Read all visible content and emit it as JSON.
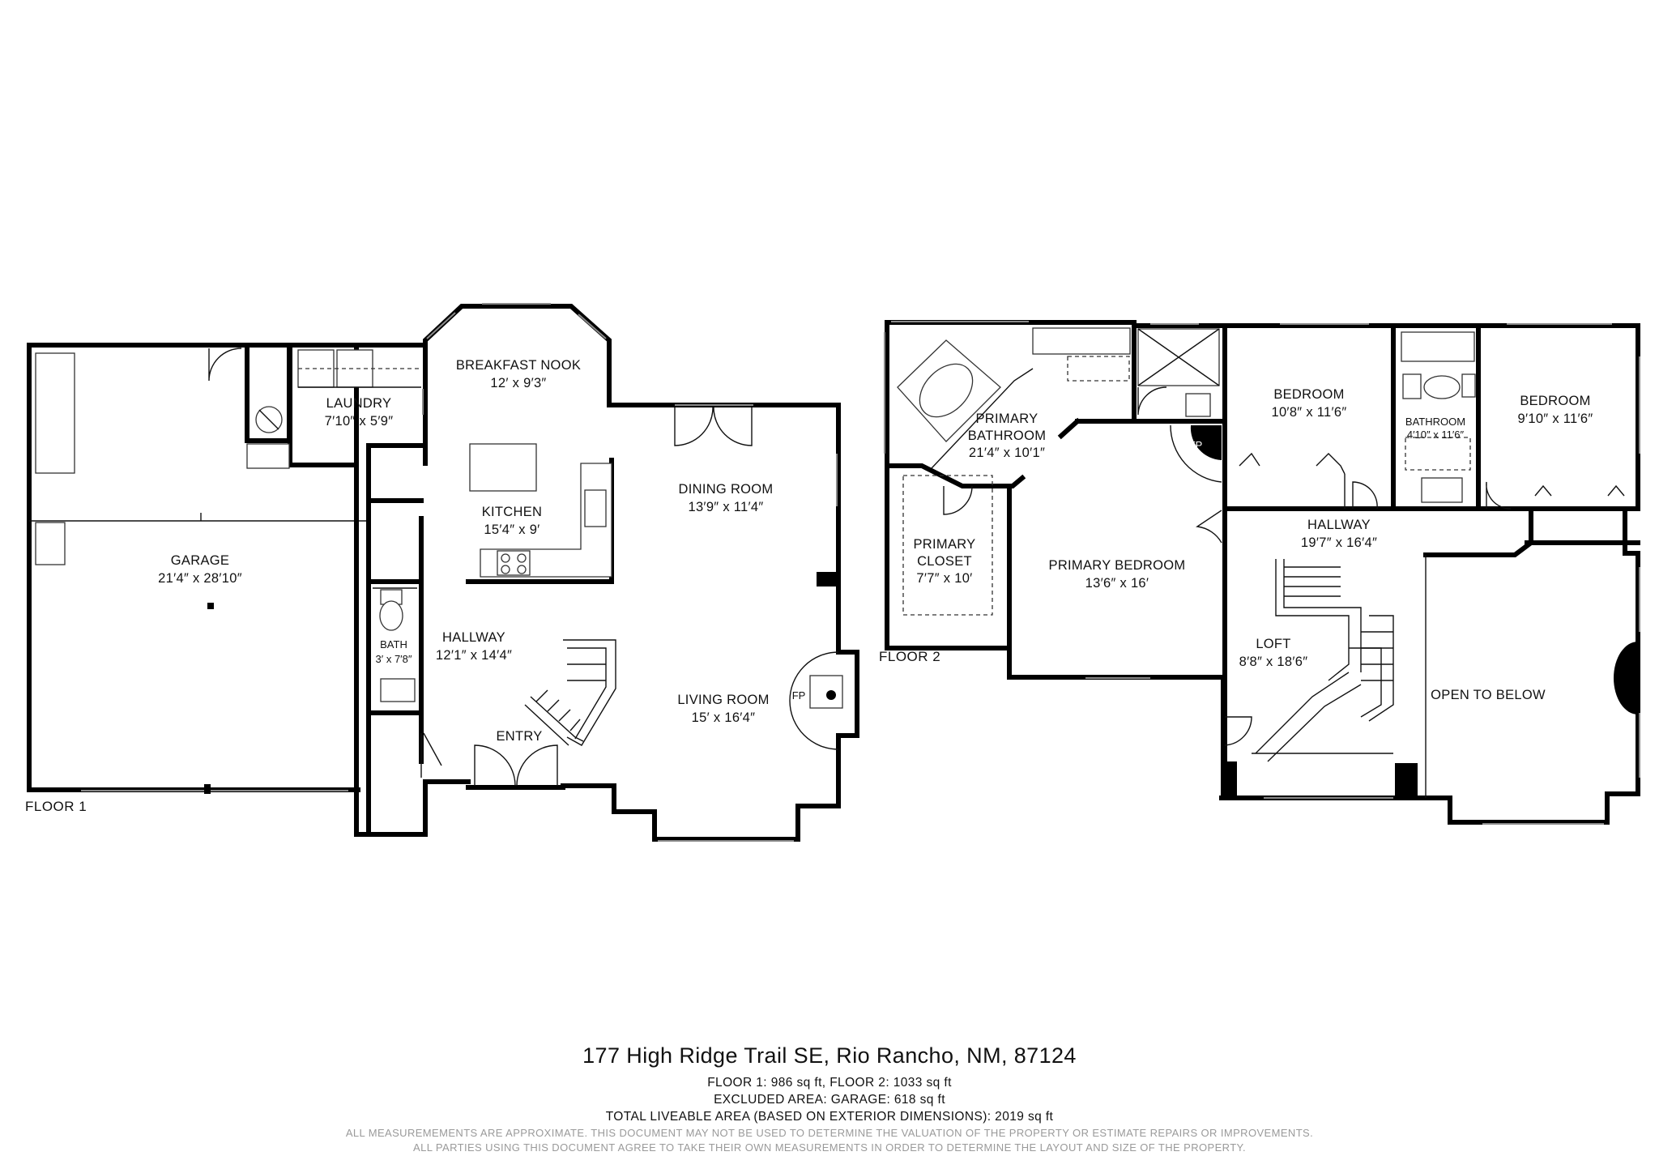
{
  "floor1": {
    "label": "FLOOR 1",
    "rooms": {
      "garage": {
        "name": "GARAGE",
        "dim": "21′4″ x 28′10″"
      },
      "laundry": {
        "name": "LAUNDRY",
        "dim": "7′10″ x 5′9″"
      },
      "breakfast_nook": {
        "name": "BREAKFAST NOOK",
        "dim": "12′ x 9′3″"
      },
      "kitchen": {
        "name": "KITCHEN",
        "dim": "15′4″ x 9′"
      },
      "dining_room": {
        "name": "DINING ROOM",
        "dim": "13′9″ x 11′4″"
      },
      "bath": {
        "name": "BATH",
        "dim": "3′ x 7′8″"
      },
      "hallway": {
        "name": "HALLWAY",
        "dim": "12′1″ x 14′4″"
      },
      "living_room": {
        "name": "LIVING ROOM",
        "dim": "15′ x 16′4″"
      },
      "entry": {
        "name": "ENTRY"
      },
      "fireplace": "FP"
    }
  },
  "floor2": {
    "label": "FLOOR 2",
    "rooms": {
      "primary_bathroom": {
        "name1": "PRIMARY",
        "name2": "BATHROOM",
        "dim": "21′4″ x 10′1″"
      },
      "primary_closet": {
        "name1": "PRIMARY",
        "name2": "CLOSET",
        "dim": "7′7″ x 10′"
      },
      "primary_bedroom": {
        "name": "PRIMARY BEDROOM",
        "dim": "13′6″ x 16′"
      },
      "bedroom1": {
        "name": "BEDROOM",
        "dim": "10′8″ x 11′6″"
      },
      "bathroom": {
        "name": "BATHROOM",
        "dim": "4′10″ x 11′6″"
      },
      "bedroom2": {
        "name": "BEDROOM",
        "dim": "9′10″ x 11′6″"
      },
      "hallway": {
        "name": "HALLWAY",
        "dim": "19′7″ x 16′4″"
      },
      "loft": {
        "name": "LOFT",
        "dim": "8′8″ x 18′6″"
      },
      "open_to_below": {
        "name": "OPEN TO BELOW"
      },
      "fireplace": "FP"
    }
  },
  "footer": {
    "address": "177 High Ridge Trail SE, Rio Rancho, NM, 87124",
    "line1": "FLOOR 1: 986 sq ft, FLOOR 2: 1033 sq ft",
    "line2": "EXCLUDED AREA: GARAGE: 618 sq ft",
    "line3": "TOTAL LIVEABLE AREA (BASED ON EXTERIOR DIMENSIONS): 2019 sq ft",
    "disclaimer1": "ALL MEASUREMEMENTS ARE APPROXIMATE. THIS DOCUMENT MAY NOT BE USED TO DETERMINE THE VALUATION OF THE PROPERTY OR ESTIMATE REPAIRS OR IMPROVEMENTS.",
    "disclaimer2": "ALL PARTIES USING THIS DOCUMENT AGREE TO TAKE THEIR OWN MEASUREMENTS IN ORDER TO DETERMINE THE LAYOUT AND SIZE OF THE PROPERTY."
  }
}
